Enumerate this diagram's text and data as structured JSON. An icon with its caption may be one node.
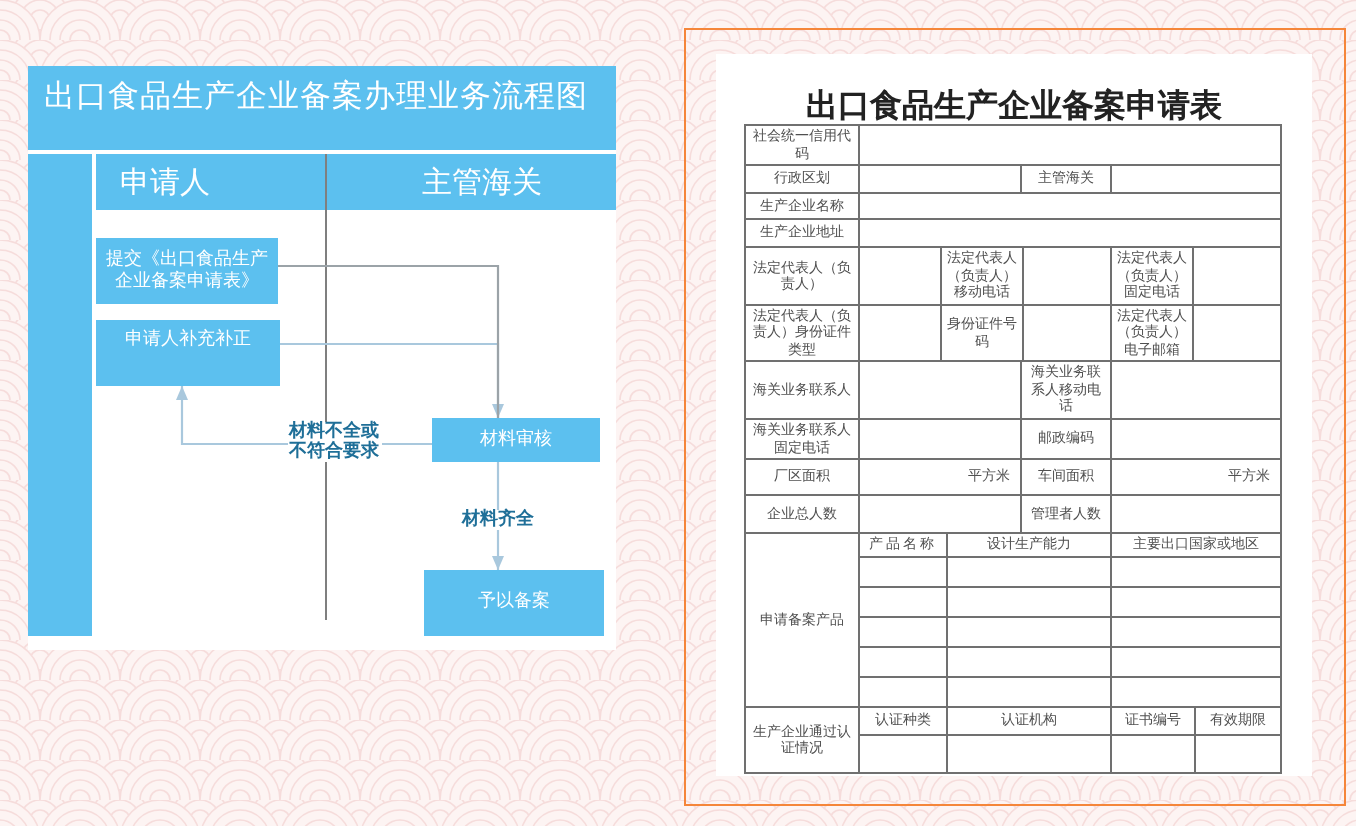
{
  "diagram": {
    "title": "出口食品生产企业备案办理业务流程图",
    "nodes": [
      {
        "text": [],
        "shape": "bar"
      },
      {
        "text": [
          "申请人",
          "主管海关"
        ]
      },
      {
        "text": [
          "提交《出口食品生产企业备案申请表》"
        ]
      },
      {
        "text": [
          "申请人补充补正"
        ]
      },
      {
        "text": [
          "材料审核"
        ]
      },
      {
        "text": [
          "予以备案"
        ]
      }
    ],
    "edges": [
      {
        "from": 2,
        "to": 4,
        "arrow": "none",
        "color": "#9ba3a8"
      },
      {
        "from": 3,
        "to": 4,
        "arrow": "to"
      },
      {
        "from": 4,
        "to": 3,
        "arrow": "to",
        "label": "材料不全或不符合要求"
      },
      {
        "from": 4,
        "to": 5,
        "arrow": "to",
        "label": "材料齐全"
      }
    ],
    "labels": [
      "出口食品生产企业备案申请表",
      "社会统一信用代码",
      "行政区划",
      "主管海关",
      "生产企业名称",
      "生产企业地址",
      "法定代表人（负责人）",
      "法定代表人（负责人）移动电话",
      "法定代表人（负责人）固定电话",
      "法定代表人（负责人）身份证件类型",
      "身份证件号码",
      "法定代表人（负责人）电子邮箱",
      "海关业务联系人",
      "海关业务联系人移动电话",
      "海关业务联系人固定电话",
      "邮政编码",
      "厂区面积",
      "平方米",
      "车间面积",
      "平方米",
      "企业总人数",
      "管理者人数",
      "申请备案产品",
      "产品名称",
      "设计生产能力",
      "主要出口国家或地区",
      "生产企业通过认证情况",
      "认证种类",
      "认证机构",
      "证书编号",
      "有效期限"
    ]
  }
}
